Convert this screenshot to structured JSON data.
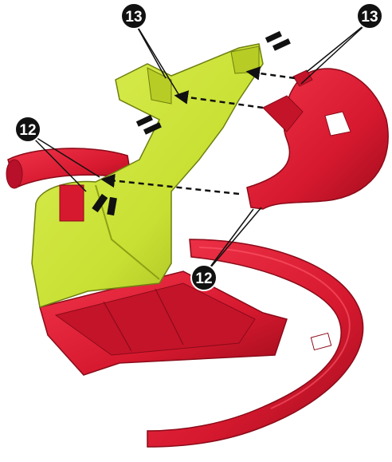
{
  "callouts": [
    {
      "id": "callout-13-left",
      "label": "13"
    },
    {
      "id": "callout-13-right",
      "label": "13"
    },
    {
      "id": "callout-12-left",
      "label": "12"
    },
    {
      "id": "callout-12-bottom",
      "label": "12"
    }
  ],
  "colors": {
    "track_red": "#d7192f",
    "track_dark": "#a30f20",
    "tower_yellow": "#c8e033",
    "tower_dark": "#9fb51f",
    "callout_fill": "#111111",
    "callout_text": "#ffffff"
  },
  "icons": [
    "assembly-arrow-icon",
    "snap-indicator-icon"
  ]
}
